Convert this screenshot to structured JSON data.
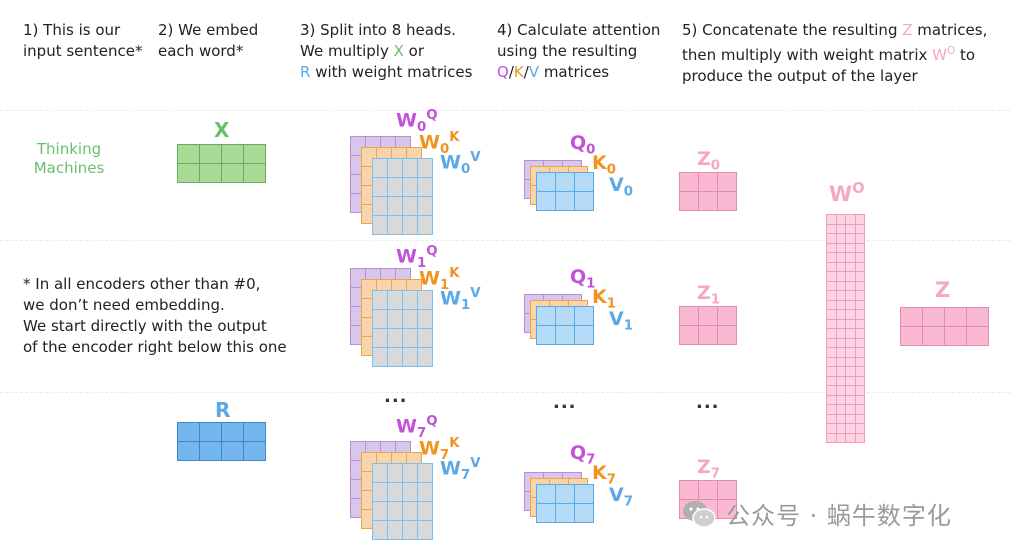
{
  "headers": {
    "h1": [
      "1) This is our",
      "input sentence*"
    ],
    "h2": [
      "2) We embed",
      "each word*"
    ],
    "h3": {
      "line1": "3) Split into 8 heads.",
      "line2_pre": "We multiply ",
      "line2_x": "X",
      "line2_post": " or",
      "line3_r": "R",
      "line3_post": " with weight matrices"
    },
    "h4": {
      "line1": "4) Calculate attention",
      "line2": "using the resulting",
      "q": "Q",
      "k": "K",
      "v": "V",
      "slash": "/",
      "line3_post": " matrices"
    },
    "h5": {
      "line1_pre": "5) Concatenate the resulting ",
      "line1_z": "Z",
      "line1_post": " matrices,",
      "line2_pre": "then multiply with weight matrix ",
      "line2_w": "W",
      "line2_sup": "O",
      "line2_post": " to",
      "line3": "produce the output of the layer"
    }
  },
  "sentence": [
    "Thinking",
    "Machines"
  ],
  "embed_labels": {
    "x": "X",
    "r": "R"
  },
  "note": [
    "* In all encoders other than #0,",
    "we don’t need embedding.",
    "We start directly with the output",
    "of the encoder right below this one"
  ],
  "heads": [
    {
      "w": "W",
      "q": "Q",
      "k": "K",
      "v": "V",
      "z": "Z",
      "idx": "0"
    },
    {
      "w": "W",
      "q": "Q",
      "k": "K",
      "v": "V",
      "z": "Z",
      "idx": "1"
    },
    {
      "w": "W",
      "q": "Q",
      "k": "K",
      "v": "V",
      "z": "Z",
      "idx": "7"
    }
  ],
  "ellipsis": "...",
  "wo_label": {
    "w": "W",
    "sup": "O"
  },
  "z_final": "Z",
  "watermark": "公众号 · 蜗牛数字化",
  "colors": {
    "green": "#6ac06a",
    "blue": "#5aa9e8",
    "purple": "#c152d9",
    "orange": "#f2931d",
    "pink": "#f4a7c6",
    "grid_gray": "#d9d9d9"
  }
}
